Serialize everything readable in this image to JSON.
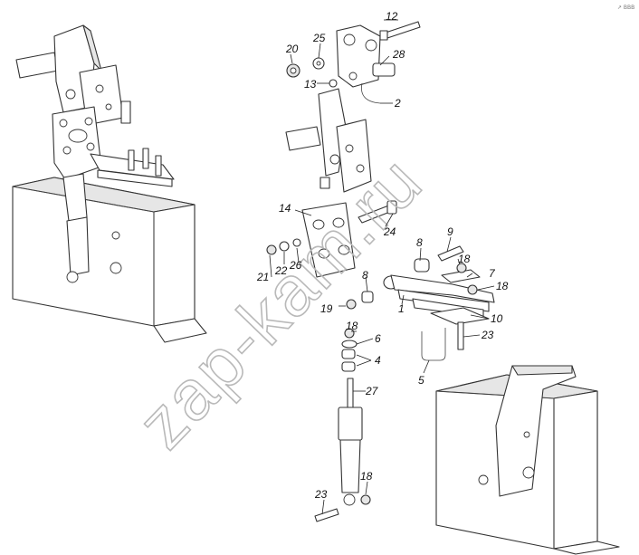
{
  "diagram": {
    "watermark": "zap-kam.ru",
    "corner_mark": "↗ BBB",
    "callouts": [
      {
        "id": "c1",
        "text": "1"
      },
      {
        "id": "c2",
        "text": "2"
      },
      {
        "id": "c4",
        "text": "4"
      },
      {
        "id": "c5",
        "text": "5"
      },
      {
        "id": "c6",
        "text": "6"
      },
      {
        "id": "c7",
        "text": "7"
      },
      {
        "id": "c8a",
        "text": "8"
      },
      {
        "id": "c8b",
        "text": "8"
      },
      {
        "id": "c9",
        "text": "9"
      },
      {
        "id": "c10",
        "text": "10"
      },
      {
        "id": "c12",
        "text": "12"
      },
      {
        "id": "c13",
        "text": "13"
      },
      {
        "id": "c14",
        "text": "14"
      },
      {
        "id": "c18a",
        "text": "18"
      },
      {
        "id": "c18b",
        "text": "18"
      },
      {
        "id": "c18c",
        "text": "18"
      },
      {
        "id": "c18d",
        "text": "18"
      },
      {
        "id": "c19",
        "text": "19"
      },
      {
        "id": "c20",
        "text": "20"
      },
      {
        "id": "c21",
        "text": "21"
      },
      {
        "id": "c22",
        "text": "22"
      },
      {
        "id": "c23a",
        "text": "23"
      },
      {
        "id": "c23b",
        "text": "23"
      },
      {
        "id": "c24",
        "text": "24"
      },
      {
        "id": "c25",
        "text": "25"
      },
      {
        "id": "c26",
        "text": "26"
      },
      {
        "id": "c27",
        "text": "27"
      },
      {
        "id": "c28",
        "text": "28"
      }
    ]
  }
}
